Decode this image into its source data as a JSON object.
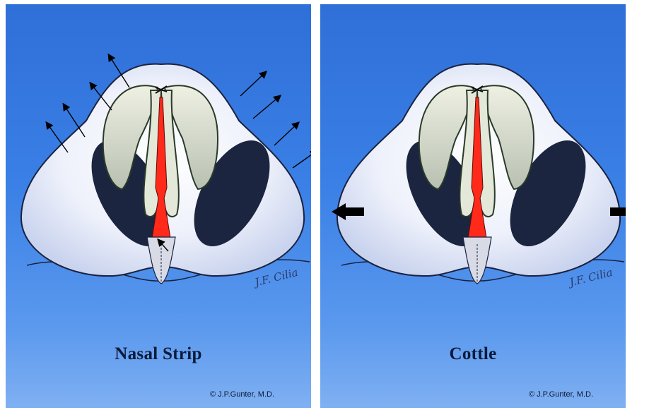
{
  "figure": {
    "left_panel": {
      "caption": "Nasal Strip",
      "credit": "© J.P.Gunter, M.D.",
      "signature": "J.F. Cilia"
    },
    "right_panel": {
      "caption": "Cottle",
      "credit": "© J.P.Gunter, M.D.",
      "signature": "J.F. Cilia"
    },
    "colors": {
      "background_blue": "#3a80e6",
      "skin": "#eef1fb",
      "cartilage": "#d9dfd0",
      "nostril": "#1b2540",
      "septum": "#ff2a1a",
      "arrow": "#000000"
    }
  }
}
